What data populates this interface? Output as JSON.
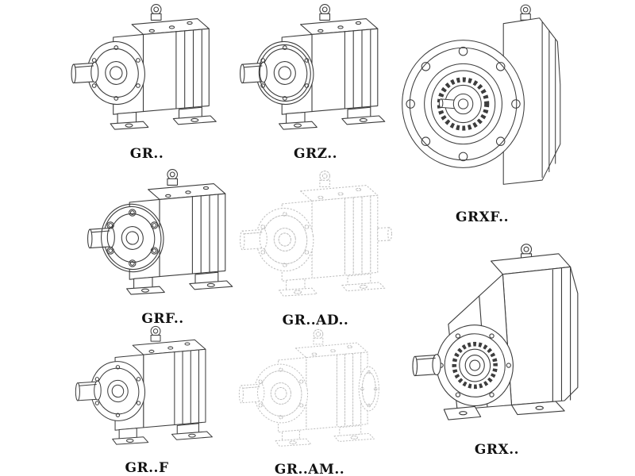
{
  "page": {
    "background": "#ffffff"
  },
  "catalog": {
    "description": "gear-reducer-line-drawing-catalog",
    "line_color": "#3d3d3d",
    "phantom_color": "#c0c0c0",
    "items": [
      {
        "id": "gr",
        "label": "GR.."
      },
      {
        "id": "grz",
        "label": "GRZ.."
      },
      {
        "id": "grxf",
        "label": "GRXF.."
      },
      {
        "id": "grf",
        "label": "GRF.."
      },
      {
        "id": "grad",
        "label": "GR..AD.."
      },
      {
        "id": "grff",
        "label": "GR..F"
      },
      {
        "id": "gram",
        "label": "GR..AM.."
      },
      {
        "id": "grx",
        "label": "GRX.."
      }
    ]
  }
}
